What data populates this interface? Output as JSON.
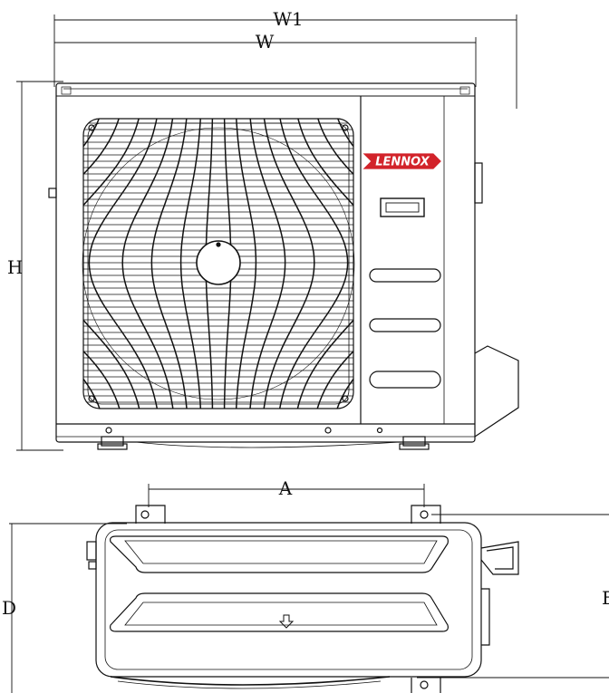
{
  "brand": {
    "name": "LENNOX",
    "color": "#d2232a"
  },
  "dimensions": {
    "overall_width": "W1",
    "body_width": "W",
    "height": "H",
    "foot_spacing": "A",
    "depth": "D",
    "right_label": "E"
  },
  "views": [
    "front-elevation",
    "top-plan"
  ]
}
